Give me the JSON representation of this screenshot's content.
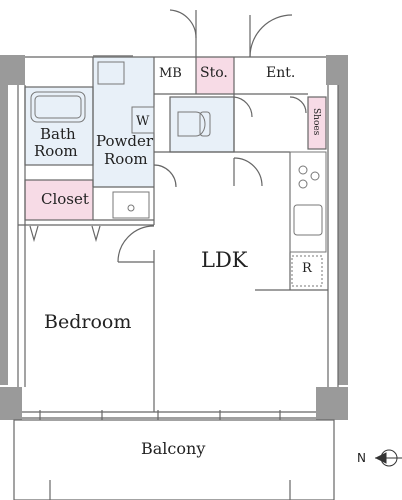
{
  "rooms": {
    "mb": "MB",
    "storage": "Sto.",
    "entrance": "Ent.",
    "shoes": "Shoes",
    "bath_line1": "Bath",
    "bath_line2": "Room",
    "powder_line1": "Powder",
    "powder_line2": "Room",
    "washer": "W",
    "closet": "Closet",
    "ldk": "LDK",
    "refrigerator": "R",
    "bedroom": "Bedroom",
    "balcony": "Balcony"
  },
  "compass": {
    "north": "N"
  },
  "colors": {
    "wall": "#9a9a9a",
    "pink": "#f7dbe6",
    "blue": "#e8f0f8",
    "line": "#666666"
  }
}
